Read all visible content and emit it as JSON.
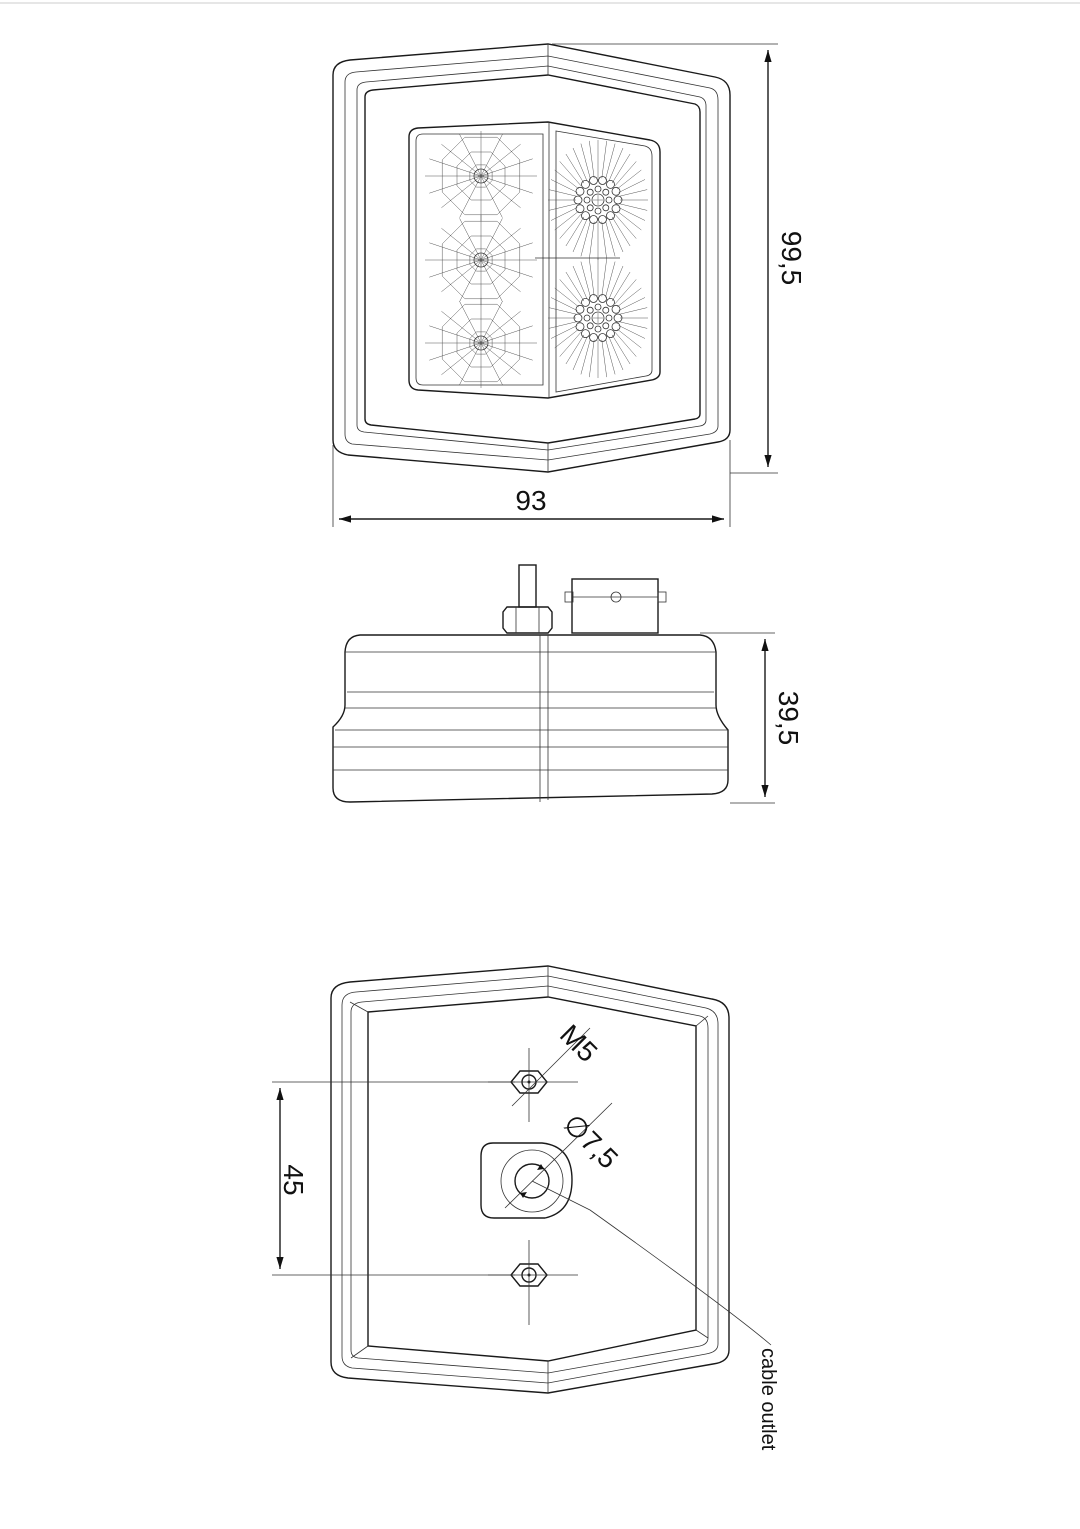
{
  "dimensions": {
    "front_width": "93",
    "front_height": "99,5",
    "side_depth": "39,5",
    "rear_bolt_spacing": "45",
    "bolt_thread": "M5",
    "outlet_diameter": "∅7,5"
  },
  "annotations": {
    "cable_outlet": "cable outlet"
  }
}
